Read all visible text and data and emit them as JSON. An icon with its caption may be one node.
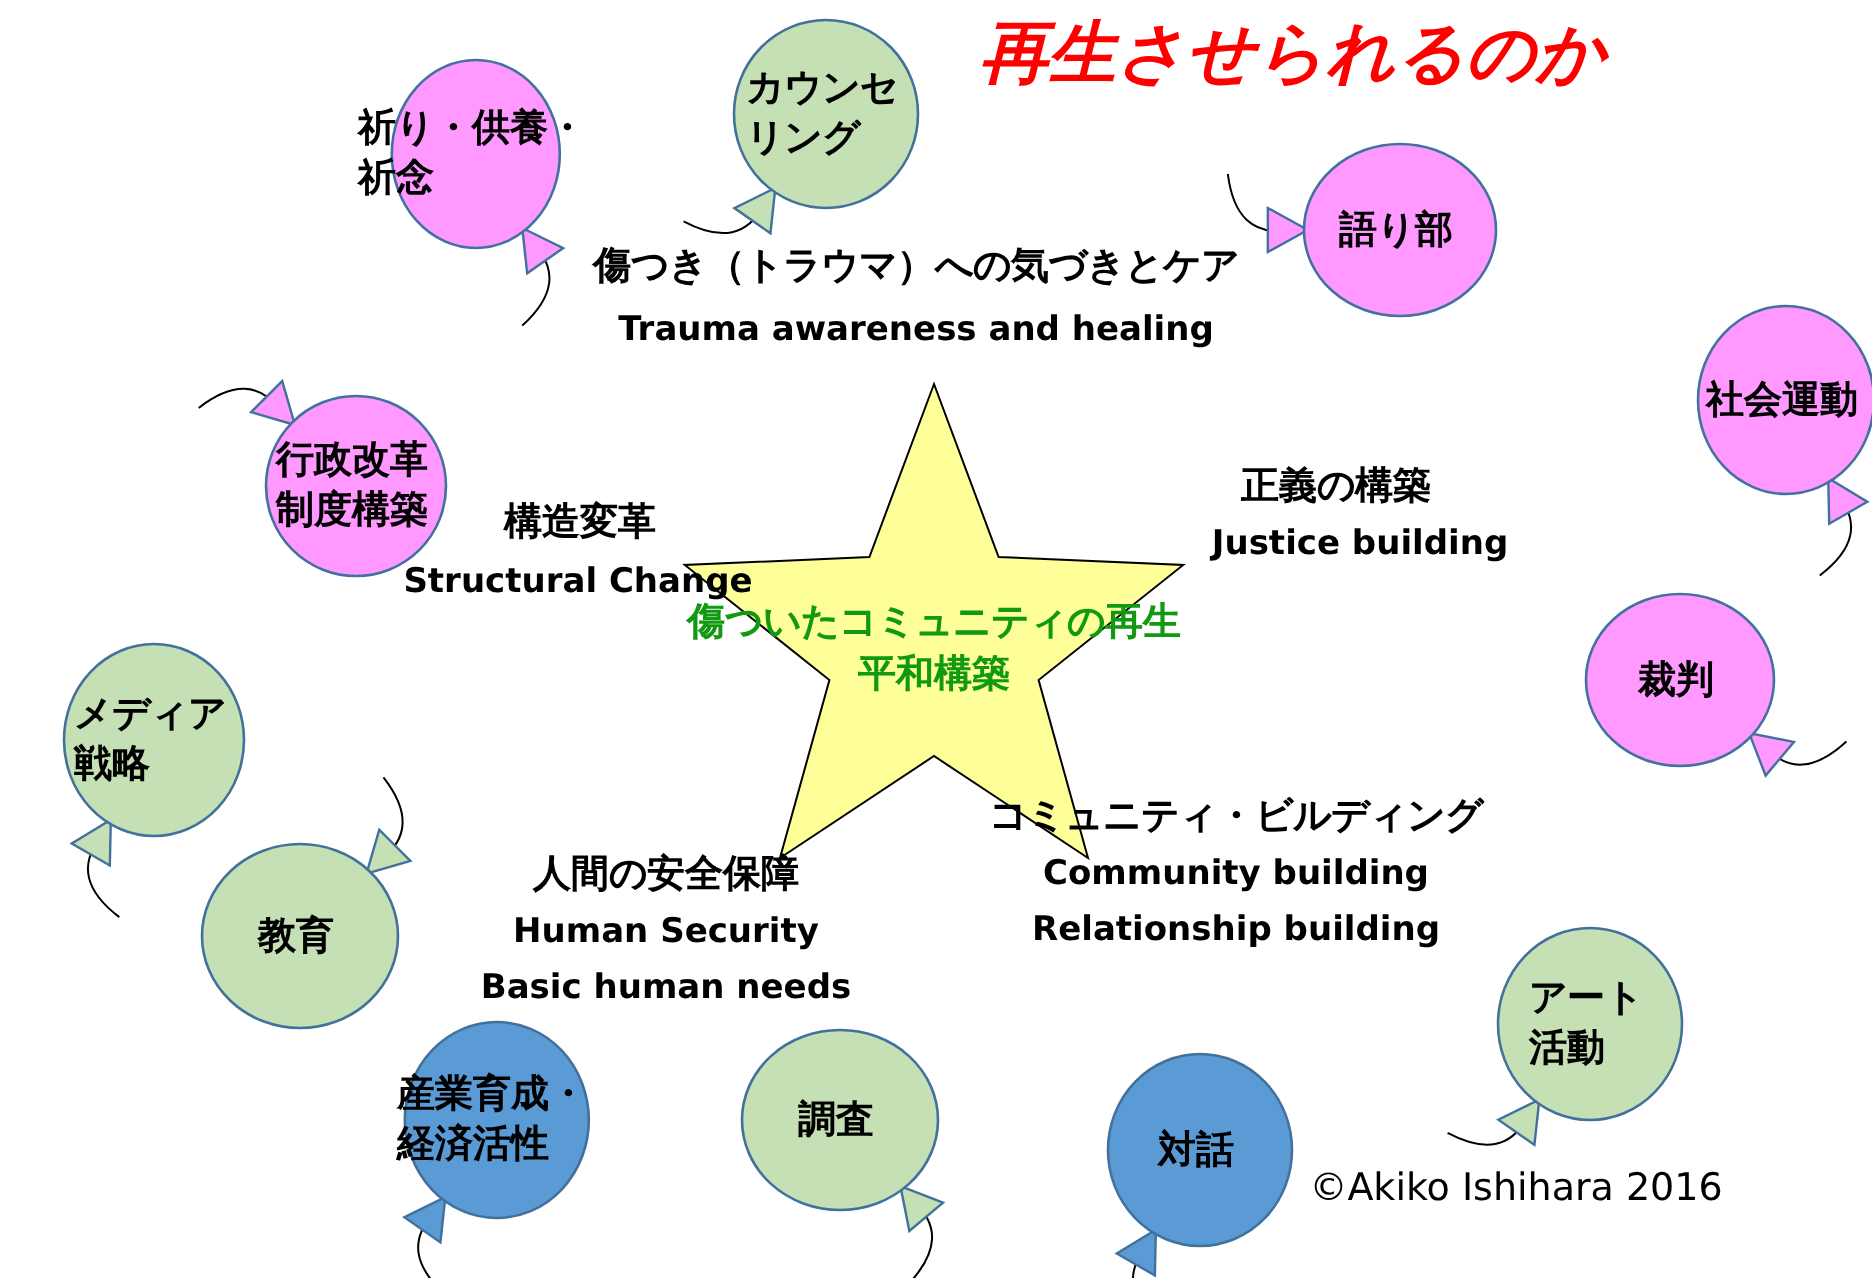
{
  "diagram": {
    "title": "再生させられるのか",
    "nodes": [
      {
        "text": [
          "傷ついたコミュニティの再生",
          "平和構築"
        ]
      },
      {
        "text": [
          "祈り・供養・祈念"
        ]
      },
      {
        "text": [
          "カウンセリング"
        ]
      },
      {
        "text": [
          "語り部"
        ]
      },
      {
        "text": [
          "社会運動"
        ]
      },
      {
        "text": [
          "行政改革制度構築"
        ]
      },
      {
        "text": [
          "裁判"
        ]
      },
      {
        "text": [
          "メディア戦略"
        ]
      },
      {
        "text": [
          "教育"
        ]
      },
      {
        "text": [
          "産業育成・経済活性"
        ]
      },
      {
        "text": [
          "調査"
        ]
      },
      {
        "text": [
          "対話"
        ]
      },
      {
        "text": [
          "アート活動"
        ]
      }
    ],
    "labels": [
      "傷つき（トラウマ）への気づきとケア",
      "Trauma awareness and healing",
      "正義の構築",
      "Justice building",
      "構造変革",
      "Structural Change",
      "コミュニティ・ビルディング",
      "Community building",
      "Relationship building",
      "人間の安全保障",
      "Human Security",
      "Basic human needs",
      "©Akiko Ishihara 2016"
    ]
  }
}
